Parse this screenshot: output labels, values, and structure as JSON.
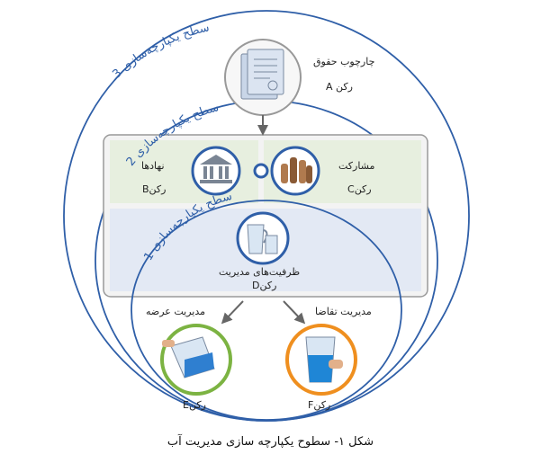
{
  "legal_framework": {
    "title": "چارچوب حقوق",
    "pillar": "رکن A"
  },
  "institutions": {
    "title": "نهادها",
    "pillar": "رکنB"
  },
  "participation": {
    "title": "مشارکت",
    "pillar": "رکنC"
  },
  "capacities": {
    "title": "ظرفیت‌های مدیریت",
    "pillar": "رکنD"
  },
  "supply": {
    "title": "مدیریت عرضه",
    "pillar": "رکنE"
  },
  "demand": {
    "title": "مدیریت تقاضا",
    "pillar": "رکنF"
  },
  "levels": {
    "level1": "سطح یکپارچه‌سازی 1",
    "level2": "سطح یکپارچه‌سازی 2",
    "level3": "سطح یکپارچه‌سازی 3"
  },
  "caption": "شکل ۱- سطوح یکپارچه سازی مدیریت آب",
  "colors": {
    "ring": "#2f5fa8",
    "green_panel": "#e7efdf",
    "blue_panel": "#e3e9f4",
    "icon_circle_stroke": "#3a6fb5",
    "supply_ring": "#7cb342",
    "demand_ring": "#ef8f1f"
  }
}
